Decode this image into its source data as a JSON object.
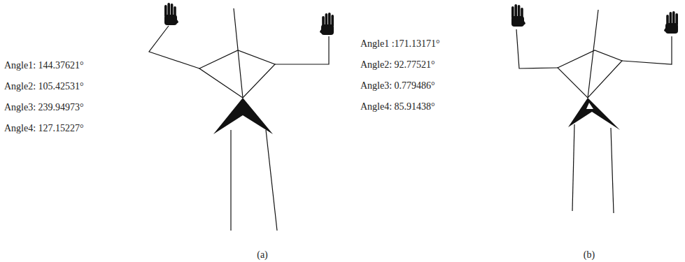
{
  "diagram": {
    "labels": [
      "Angle1: 144.37621°",
      "Angle2: 105.42531°",
      "Angle3: 239.94973°",
      "Angle4: 127.15227°",
      "Angle1 :171.13171°",
      "Angle2: 92.77521°",
      "Angle3: 0.779486°",
      "Angle4: 85.91438°",
      "(a)",
      "(b)"
    ]
  }
}
